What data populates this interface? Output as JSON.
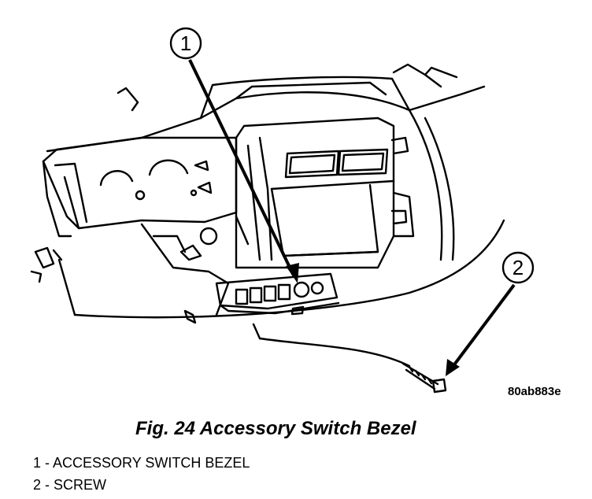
{
  "figure": {
    "image_code": "80ab883e",
    "caption": "Fig. 24 Accessory Switch Bezel",
    "callouts": [
      {
        "number": "1",
        "label": "1 - ACCESSORY SWITCH BEZEL"
      },
      {
        "number": "2",
        "label": "2 - SCREW"
      }
    ]
  }
}
